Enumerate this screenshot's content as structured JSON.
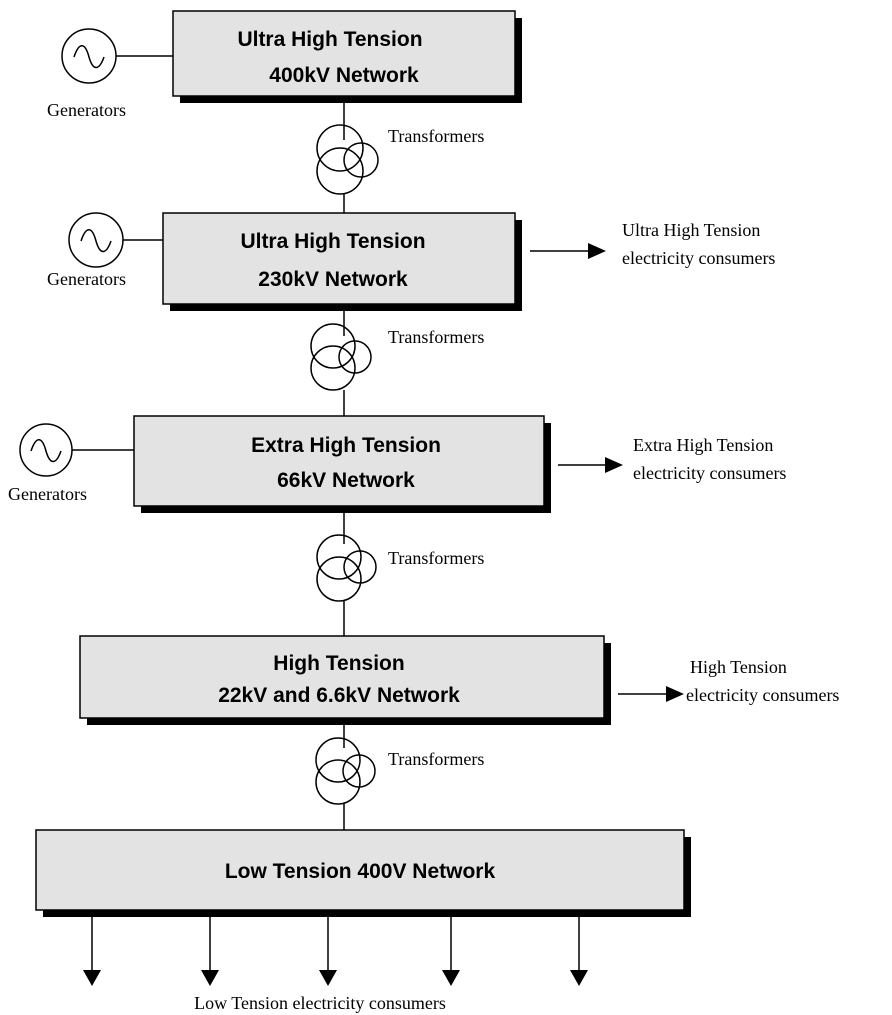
{
  "networks": [
    {
      "line1": "Ultra High Tension",
      "line2": "400kV Network"
    },
    {
      "line1": "Ultra High Tension",
      "line2": "230kV Network"
    },
    {
      "line1": "Extra High Tension",
      "line2": "66kV Network"
    },
    {
      "line1": "High Tension",
      "line2": "22kV and 6.6kV Network"
    },
    {
      "line1": "Low Tension 400V Network",
      "line2": ""
    }
  ],
  "generators_label": "Generators",
  "transformers_label": "Transformers",
  "consumers": [
    {
      "line1": "Ultra High Tension",
      "line2": "electricity consumers"
    },
    {
      "line1": "Extra High Tension",
      "line2": "electricity consumers"
    },
    {
      "line1": "High Tension",
      "line2": "electricity consumers"
    }
  ],
  "low_tension_consumers": "Low Tension electricity consumers",
  "colors": {
    "box_fill": "#e3e3e3",
    "shadow": "#000000",
    "line": "#000000"
  }
}
